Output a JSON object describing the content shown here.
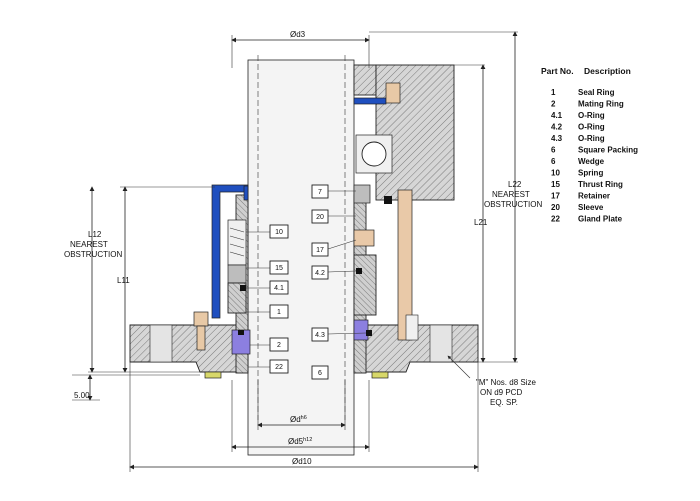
{
  "dimensions": {
    "d3": "Ød3",
    "d5": "Ød5",
    "d5_sup": "h12",
    "d6": "Ød",
    "d6_sup": "h6",
    "d10": "Ød10",
    "l11": "L11",
    "l12": "L12",
    "l12_note1": "NEAREST",
    "l12_note2": "OBSTRUCTION",
    "l21": "L21",
    "l22": "L22",
    "l22_note1": "NEAREST",
    "l22_note2": "OBSTRUCTION",
    "offset": "5.00"
  },
  "bolt_note": [
    "\"M\" Nos. d8 Size",
    "ON d9 PCD",
    "EQ. SP."
  ],
  "callouts_left": [
    "10",
    "15",
    "4.1",
    "1",
    "2",
    "22"
  ],
  "callouts_right": [
    "7",
    "20",
    "17",
    "4.2",
    "4.3",
    "6"
  ],
  "parts_table": {
    "header_part": "Part No.",
    "header_desc": "Description",
    "rows": [
      {
        "no": "1",
        "desc": "Seal Ring"
      },
      {
        "no": "2",
        "desc": "Mating Ring"
      },
      {
        "no": "4.1",
        "desc": "O-Ring"
      },
      {
        "no": "4.2",
        "desc": "O-Ring"
      },
      {
        "no": "4.3",
        "desc": "O-Ring"
      },
      {
        "no": "6",
        "desc": "Square Packing"
      },
      {
        "no": "6",
        "desc": "Wedge"
      },
      {
        "no": "10",
        "desc": "Spring"
      },
      {
        "no": "15",
        "desc": "Thrust Ring"
      },
      {
        "no": "17",
        "desc": "Retainer"
      },
      {
        "no": "20",
        "desc": "Sleeve"
      },
      {
        "no": "22",
        "desc": "Gland Plate"
      }
    ]
  },
  "colors": {
    "hatch": "#888888",
    "steel": "#bdbdbd",
    "blue_part": "#1f4fbf",
    "mating_ring": "#8c7fe0",
    "bronze": "#e9c9a8",
    "yellow_seat": "#d8d86a"
  }
}
